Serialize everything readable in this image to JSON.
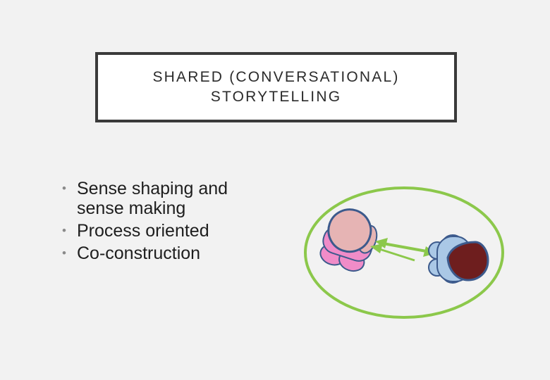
{
  "title": {
    "line1": "SHARED (CONVERSATIONAL)",
    "line2": "STORYTELLING"
  },
  "bullets": [
    {
      "text": "Sense shaping and sense making"
    },
    {
      "text": "Process oriented"
    },
    {
      "text": "Co-construction"
    }
  ],
  "colors": {
    "circle": "#8cc84b",
    "arrow": "#8cc84b",
    "figure_left_body": "#f08cc8",
    "figure_left_head": "#e6b4b4",
    "figure_right_body": "#aac8e6",
    "figure_right_head": "#6e1e1e",
    "outline": "#3c5a8c"
  }
}
